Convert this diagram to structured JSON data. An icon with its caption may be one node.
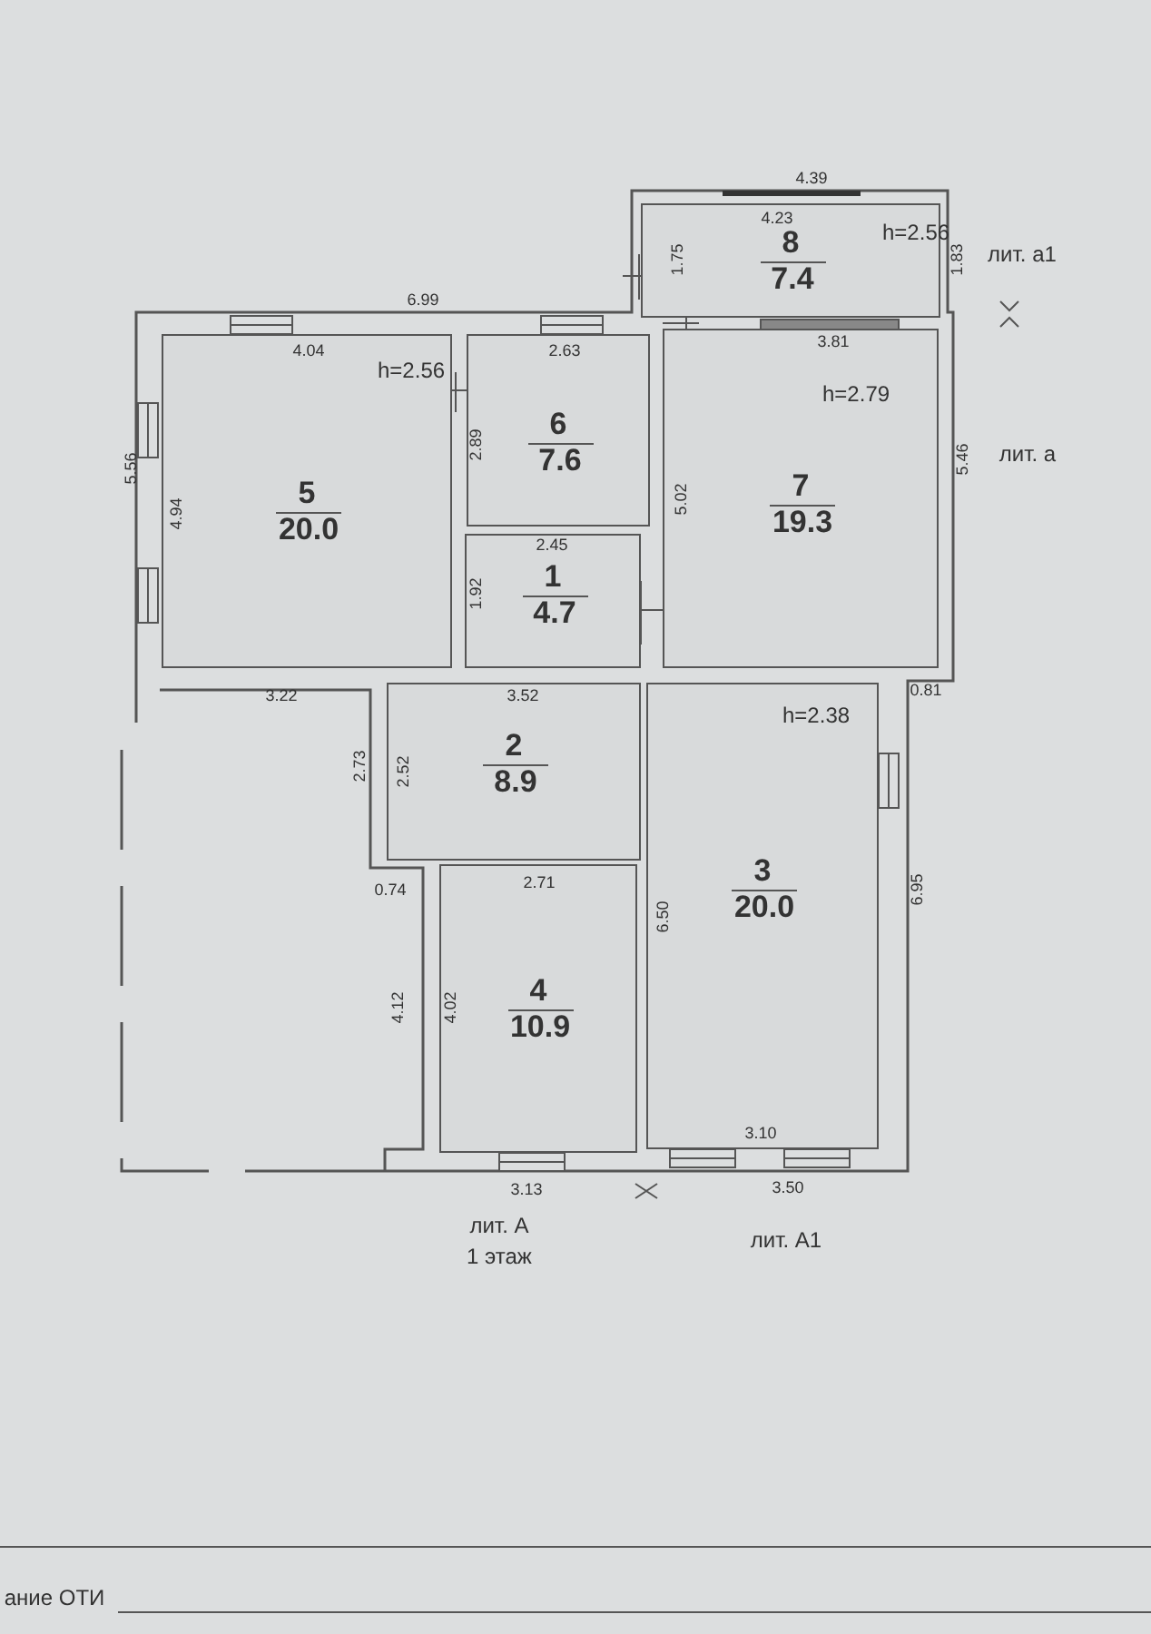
{
  "diagram": {
    "nodes": [
      {
        "text": [
          "8",
          "7.4",
          "h=2.56"
        ]
      },
      {
        "text": [
          "h=2.56",
          "5",
          "20.0"
        ]
      },
      {
        "text": [
          "6",
          "7.6"
        ]
      },
      {
        "text": [
          "h=2.79",
          "7",
          "19.3"
        ]
      },
      {
        "text": [
          "1",
          "4.7"
        ]
      },
      {
        "text": [
          "2",
          "8.9"
        ]
      },
      {
        "text": [
          "4",
          "10.9"
        ]
      },
      {
        "text": [
          "h=2.38",
          "3",
          "20.0"
        ]
      }
    ],
    "labels": [
      "4.39",
      "4.23",
      "1.75",
      "1.83",
      "лит. а1",
      "6.99",
      "4.04",
      "2.63",
      "3.81",
      "2.89",
      "5.56",
      "4.94",
      "5.02",
      "5.46",
      "лит. а",
      "2.45",
      "1.92",
      "3.22",
      "3.52",
      "0.81",
      "2.73",
      "2.52",
      "0.74",
      "2.71",
      "6.95",
      "6.50",
      "4.12",
      "4.02",
      "3.10",
      "3.13",
      "3.50",
      "лит. А",
      "1 этаж",
      "лит. A1",
      "ание ОТИ"
    ]
  }
}
